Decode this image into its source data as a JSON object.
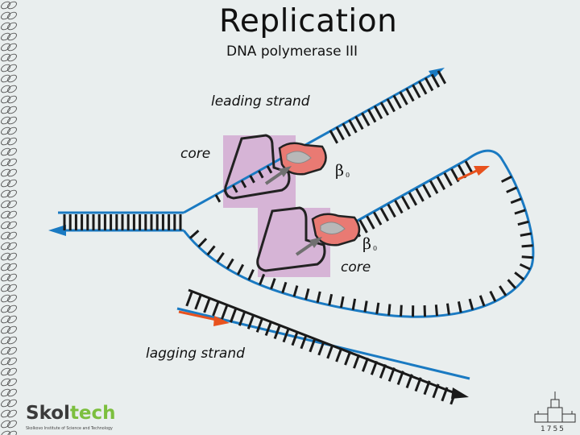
{
  "title": "Replication",
  "subtitle": "DNA polymerase III",
  "labels": {
    "leading_strand": "leading strand",
    "lagging_strand": "lagging strand",
    "core_top": "core",
    "core_bottom": "core",
    "beta_top": "β",
    "beta_bottom": "β",
    "beta_sub": "0"
  },
  "logo": {
    "word_a": "Skol",
    "word_b": "tech",
    "tagline": "Skolkovo Institute of Science and Technology"
  },
  "footer_year": "1755",
  "colors": {
    "strand_blue": "#1a7ac2",
    "strand_dark": "#1a1a1a",
    "rna_primer": "#e8521e",
    "core_box": "#d6b4d6",
    "beta_clamp": "#e97a73",
    "arrow_gray": "#707070"
  }
}
